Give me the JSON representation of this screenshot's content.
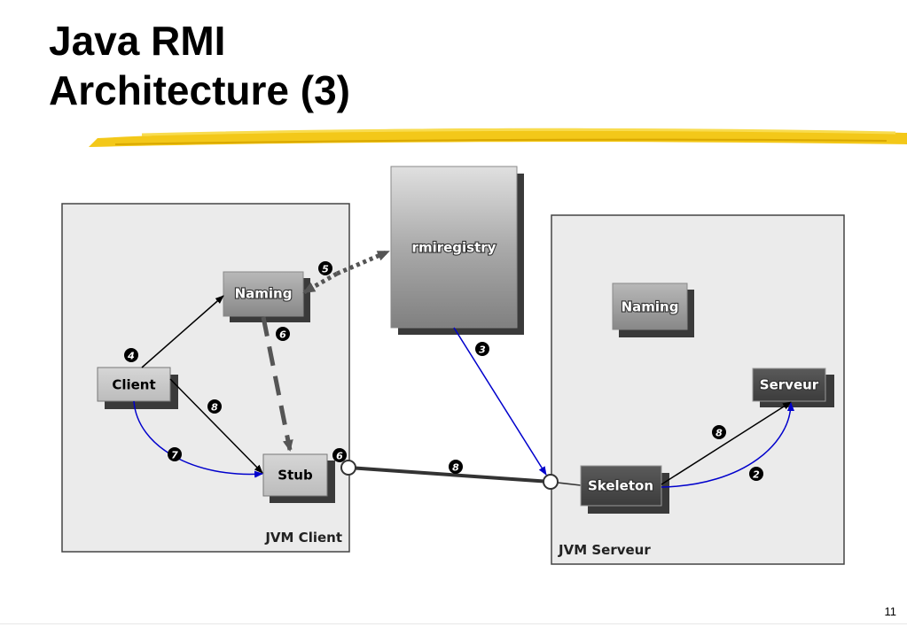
{
  "title": {
    "line1": "Java RMI",
    "line2": "Architecture (3)"
  },
  "diagram": {
    "jvm_client": {
      "label": "JVM Client"
    },
    "jvm_server": {
      "label": "JVM Serveur"
    },
    "nodes": {
      "rmiregistry": "rmiregistry",
      "naming_client": "Naming",
      "naming_server": "Naming",
      "client": "Client",
      "stub": "Stub",
      "skeleton": "Skeleton",
      "serveur": "Serveur"
    },
    "steps": {
      "two": "2",
      "three": "3",
      "four": "4",
      "five": "5",
      "six_naming": "6",
      "six_stub": "6",
      "seven": "7",
      "eight_client": "8",
      "eight_link": "8",
      "eight_server": "8"
    },
    "colors": {
      "blue_arrow": "#0000cc",
      "black_arrow": "#000000",
      "dashed_arrow": "#555555",
      "highlighter": "#f2c200"
    }
  },
  "page_number": "11"
}
